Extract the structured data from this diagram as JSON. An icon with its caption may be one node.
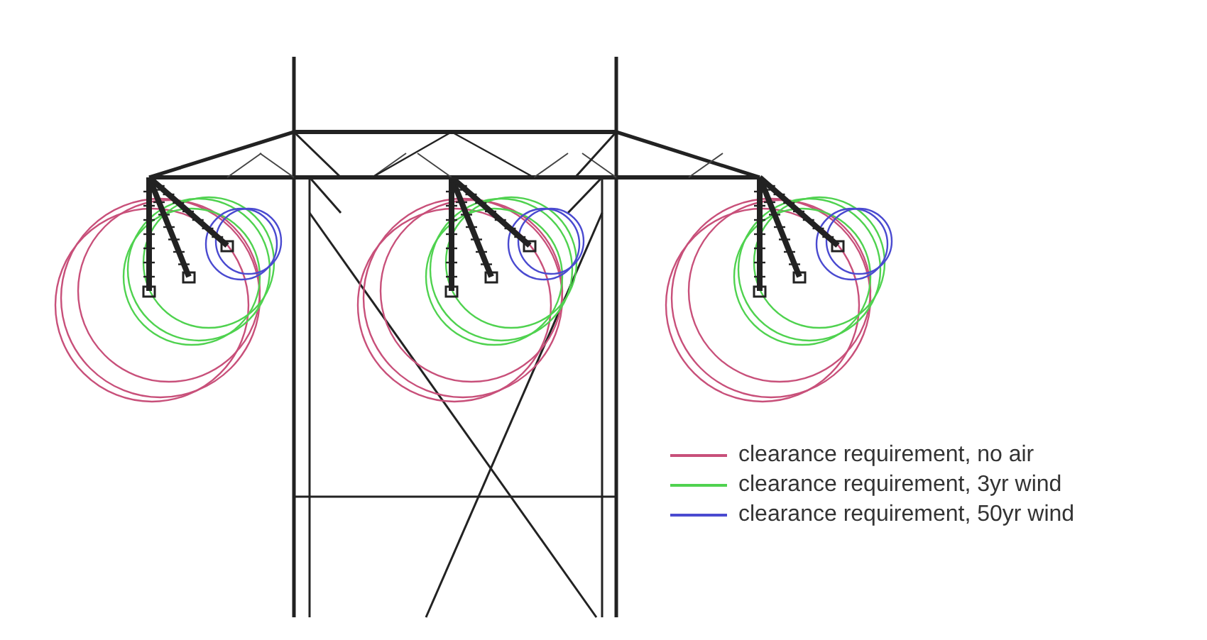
{
  "diagram": {
    "legend": [
      {
        "text": "clearance requirement, no air"
      },
      {
        "text": "clearance requirement, 3yr wind"
      },
      {
        "text": "clearance requirement, 50yr wind"
      }
    ]
  }
}
